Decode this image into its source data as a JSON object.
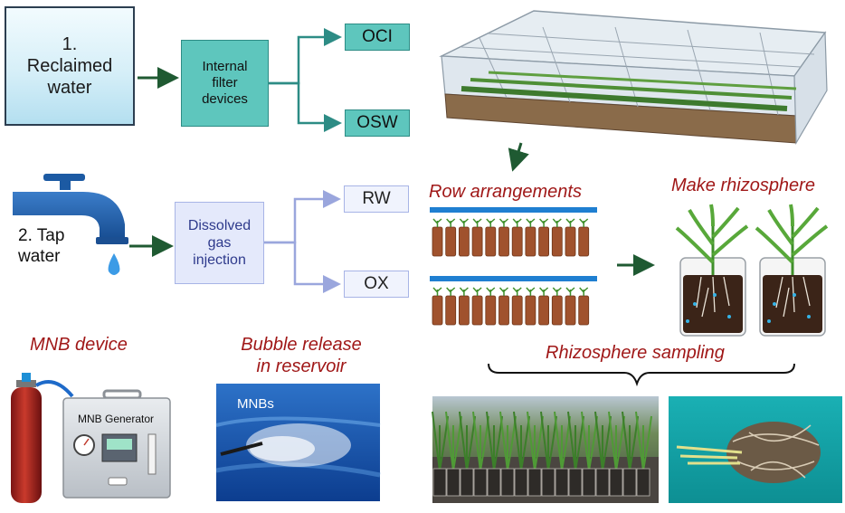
{
  "reclaimed": {
    "label": "1. Reclaimed water"
  },
  "filter": {
    "label": "Internal filter devices"
  },
  "oci": {
    "label": "OCI"
  },
  "osw": {
    "label": "OSW"
  },
  "tap": {
    "label": "2. Tap water"
  },
  "dgi": {
    "label": "Dissolved gas injection"
  },
  "rw": {
    "label": "RW"
  },
  "ox": {
    "label": "OX"
  },
  "row_arrangements": {
    "label": "Row arrangements"
  },
  "make_rhizosphere": {
    "label": "Make rhizosphere"
  },
  "rhizosphere_sampling": {
    "label": "Rhizosphere sampling"
  },
  "mnb_device": {
    "label": "MNB device",
    "generator_label": "MNB Generator"
  },
  "bubble_release": {
    "label": "Bubble release in reservoir",
    "photo_label": "MNBs"
  },
  "colors": {
    "teal_box": "#5ec6bd",
    "lavender_box": "#e4e9fb",
    "dark_green_arrow": "#1f5a32",
    "title_red": "#a01818",
    "row_bar_blue": "#1f7fd1",
    "pot_brown": "#a0522d"
  }
}
